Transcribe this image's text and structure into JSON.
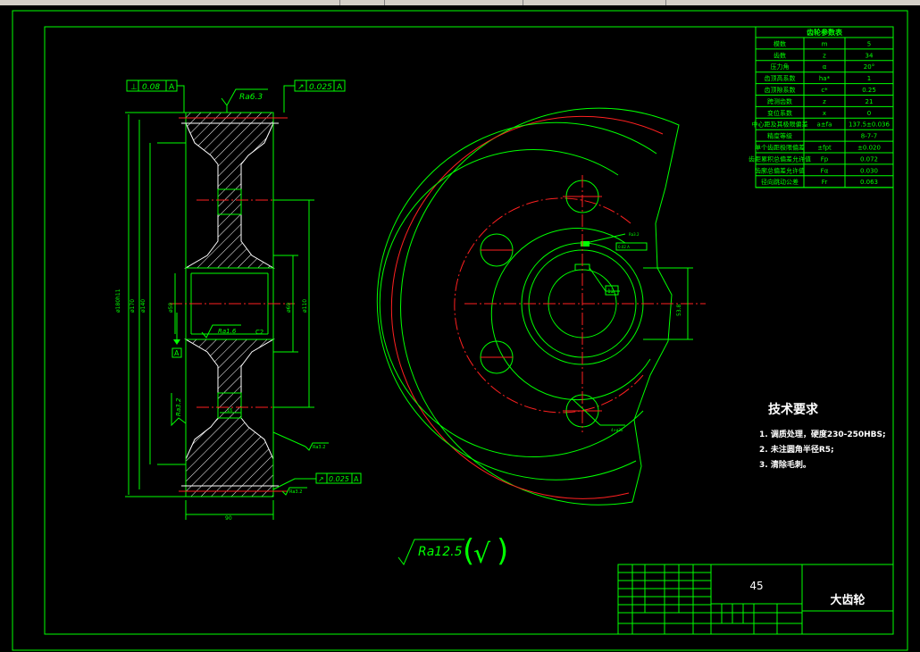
{
  "colors": {
    "background": "#000000",
    "outline": "#00ff00",
    "hidden": "#ffffff",
    "centerline": "#ff2020",
    "menubar": "#d4d0c8"
  },
  "section_view": {
    "gdt_top_left": {
      "symbol": "⊥",
      "value": "0.08",
      "datum": "A"
    },
    "gdt_top_right": {
      "symbol": "↗",
      "value": "0.025",
      "datum": "A"
    },
    "gdt_bottom_right": {
      "symbol": "↗",
      "value": "0.025",
      "datum": "A"
    },
    "roughness_top": "Ra6.3",
    "roughness_bore": "Ra1.6",
    "roughness_side": "Ra3.2",
    "roughness_small_right": "Ra3.2",
    "roughness_small_bottom": "Ra3.2",
    "datum_label": "A",
    "chamfer_label": "C2"
  },
  "general_roughness": {
    "value": "Ra12.5",
    "paren_symbol": "√"
  },
  "params_table": {
    "title": "齿轮参数表",
    "rows": [
      {
        "name": "模数",
        "symbol": "m",
        "value": "5"
      },
      {
        "name": "齿数",
        "symbol": "z",
        "value": "34"
      },
      {
        "name": "压力角",
        "symbol": "α",
        "value": "20°"
      },
      {
        "name": "齿顶高系数",
        "symbol": "ha*",
        "value": "1"
      },
      {
        "name": "齿顶隙系数",
        "symbol": "c*",
        "value": "0.25"
      },
      {
        "name": "跨测齿数",
        "symbol": "z",
        "value": "21"
      },
      {
        "name": "变位系数",
        "symbol": "x",
        "value": "0"
      },
      {
        "name": "中心距及其极限偏差",
        "symbol": "a±fa",
        "value": "137.5±0.036"
      },
      {
        "name": "精度等级",
        "symbol": "",
        "value": "8-7-7"
      },
      {
        "name": "单个齿距极限偏差",
        "symbol": "±fpt",
        "value": "±0.020"
      },
      {
        "name": "齿距累积总偏差允许值",
        "symbol": "Fp",
        "value": "0.072"
      },
      {
        "name": "齿廓总偏差允许值",
        "symbol": "Fα",
        "value": "0.030"
      },
      {
        "name": "径向跳动公差",
        "symbol": "Fr",
        "value": "0.063"
      }
    ]
  },
  "tech_requirements": {
    "title": "技术要求",
    "items": [
      "1. 调质处理，硬度230-250HBS;",
      "2. 未注圆角半径R5;",
      "3. 清除毛刺。"
    ]
  },
  "title_block": {
    "material": "45",
    "part_name": "大齿轮"
  }
}
